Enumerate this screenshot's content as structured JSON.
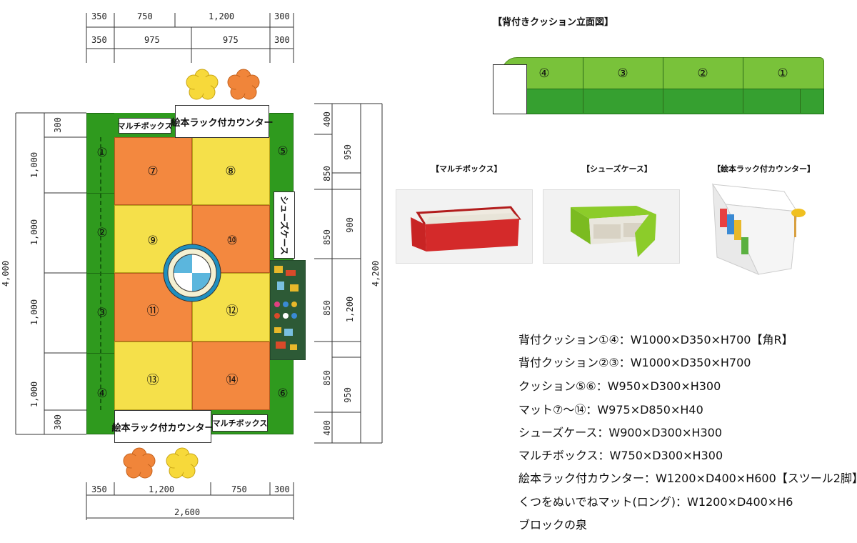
{
  "top_dims_row1": [
    "350",
    "750",
    "1,200",
    "300"
  ],
  "top_dims_row2": [
    "350",
    "975",
    "975",
    "300"
  ],
  "bottom_dims_row1": [
    "350",
    "1,200",
    "750",
    "300"
  ],
  "bottom_total": "2,600",
  "left_total": "4,000",
  "left_dims": [
    "300",
    "1,000",
    "1,000",
    "1,000",
    "1,000",
    "300"
  ],
  "right_dims_inner": [
    "400",
    "850",
    "850",
    "850",
    "850",
    "400"
  ],
  "right_dims_outer": [
    "950",
    "900",
    "1,200",
    "950"
  ],
  "right_total": "4,200",
  "plan_labels": {
    "multi_box_top": "マルチボックス",
    "counter_top": "絵本ラック付カウンター",
    "shoe_case": "シューズケース",
    "counter_bottom": "絵本ラック付カウンター",
    "multi_box_bottom": "マルチボックス"
  },
  "cushion_numbers": [
    "①",
    "②",
    "③",
    "④",
    "⑤",
    "⑥"
  ],
  "mat_numbers": [
    "⑦",
    "⑧",
    "⑨",
    "⑩",
    "⑪",
    "⑫",
    "⑬",
    "⑭"
  ],
  "elevation": {
    "title": "【背付きクッション立面図】",
    "numbers": [
      "④",
      "③",
      "②",
      "①"
    ]
  },
  "photos": {
    "multi_box": "【マルチボックス】",
    "shoe_case": "【シューズケース】",
    "counter": "【絵本ラック付カウンター】"
  },
  "specs": [
    "背付クッション①④：W1000×D350×H700【角R】",
    "背付クッション②③：W1000×D350×H700",
    "クッション⑤⑥：W950×D300×H300",
    "マット⑦～⑭：W975×D850×H40",
    "シューズケース：W900×D300×H300",
    "マルチボックス：W750×D300×H300",
    "絵本ラック付カウンター：W1200×D400×H600【スツール2脚】",
    "くつをぬいでねマット(ロング)：W1200×D400×H6",
    "ブロックの泉"
  ],
  "colors": {
    "cushion_green": "#2f9a1e",
    "mat_orange": "#f3883f",
    "mat_yellow": "#f5e04a",
    "elevation_light": "#79c23a",
    "elevation_dark": "#36a030",
    "multibox_red": "#d42a2a",
    "shoecase_green": "#8ccc2a"
  },
  "icons": [
    "flower-yellow-icon",
    "flower-orange-icon",
    "target-rug-icon",
    "shoe-mat-icon"
  ]
}
